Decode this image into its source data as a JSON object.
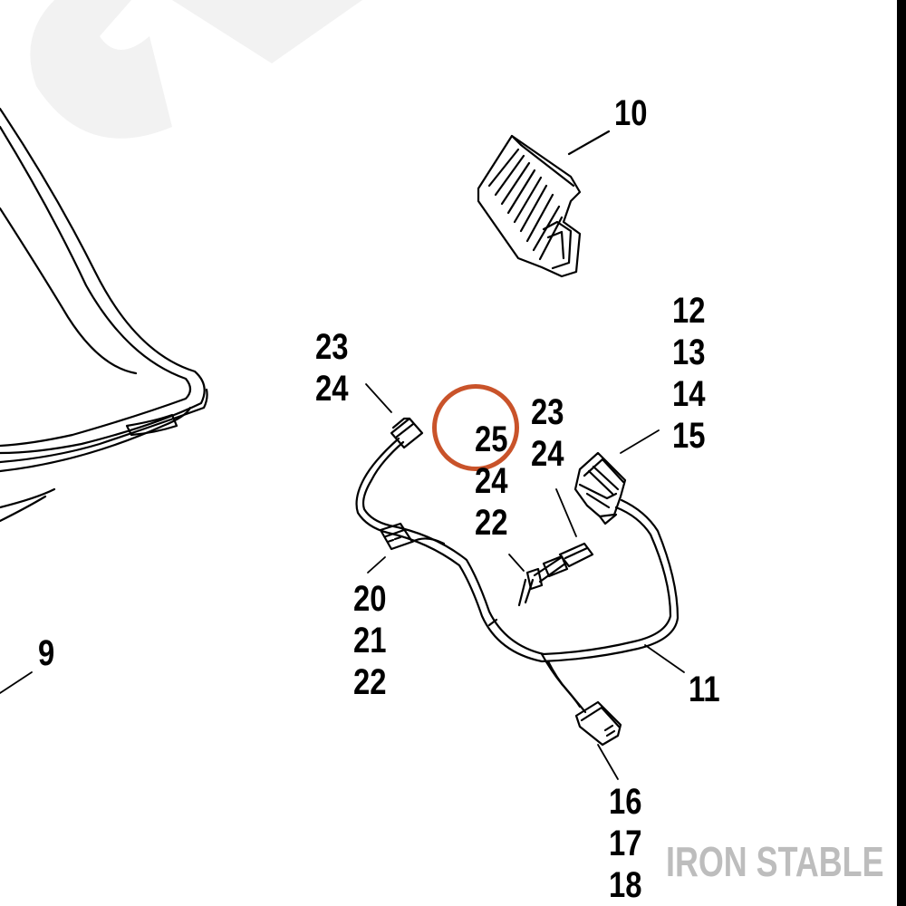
{
  "callouts": {
    "c9": [
      "9"
    ],
    "c10": [
      "10"
    ],
    "c11": [
      "11"
    ],
    "c12_15": [
      "12",
      "13",
      "14",
      "15"
    ],
    "c16_18": [
      "16",
      "17",
      "18"
    ],
    "c20_22": [
      "20",
      "21",
      "22"
    ],
    "c23_24_left": [
      "23",
      "24"
    ],
    "c23_24_right": [
      "23",
      "24"
    ],
    "c_center": [
      "25",
      "24",
      "22"
    ]
  },
  "watermark": {
    "text": "IRON STABLE"
  },
  "colors": {
    "highlight": "#c9532a",
    "ink": "#000000",
    "watermark": "#bdbdbd",
    "background_mark": "#f2f2f2"
  }
}
